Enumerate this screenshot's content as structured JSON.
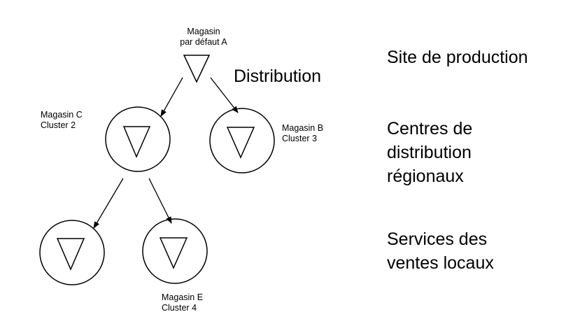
{
  "nodes": {
    "store_a": {
      "label": "Magasin\npar défaut A"
    },
    "store_c": {
      "label": "Magasin C\nCluster 2"
    },
    "store_b": {
      "label": "Magasin B\nCluster 3"
    },
    "store_d": {
      "label": ""
    },
    "store_e": {
      "label": "Magasin E\nCluster 4"
    }
  },
  "edge_label": "Distribution",
  "levels": {
    "production": "Site de production",
    "regional": "Centres de\ndistribution\nrégionaux",
    "local": "Services des\nventes locaux"
  },
  "colors": {
    "stroke": "#000000",
    "background": "#ffffff"
  }
}
